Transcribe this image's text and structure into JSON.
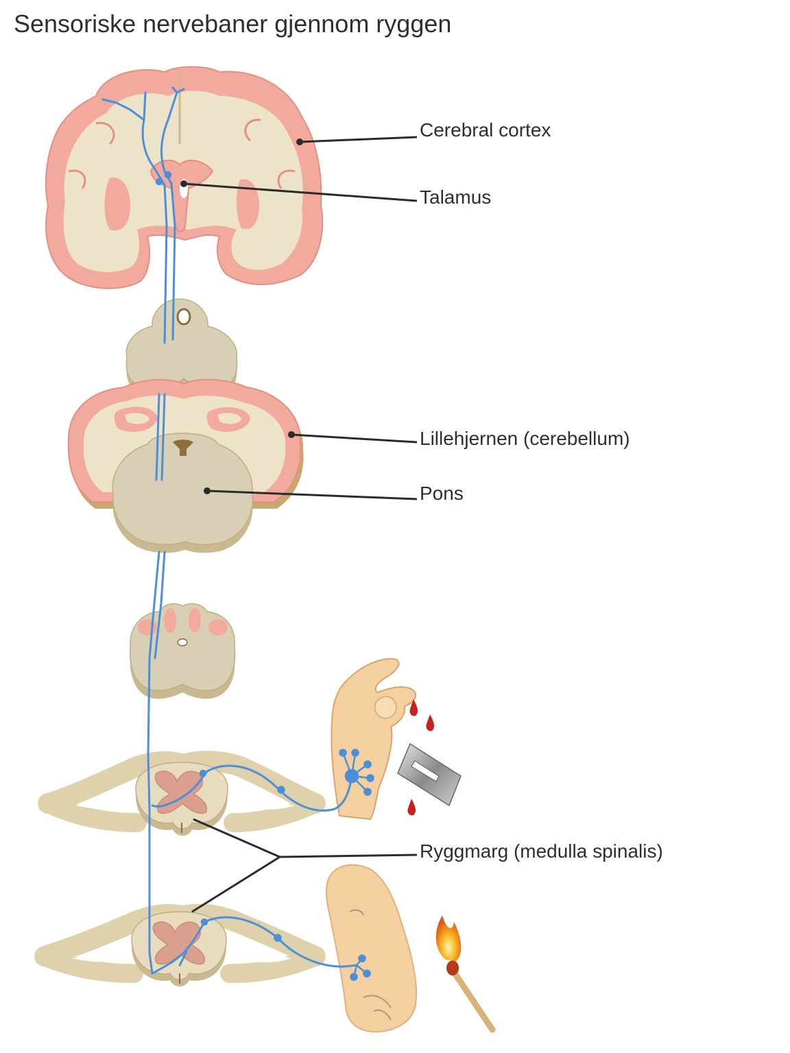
{
  "title": "Sensoriske nervebaner gjennom ryggen",
  "labels": {
    "cerebral_cortex": "Cerebral cortex",
    "talamus": "Talamus",
    "cerebellum": "Lillehjernen (cerebellum)",
    "pons": "Pons",
    "spinal_cord": "Ryggmarg (medulla spinalis)"
  },
  "colors": {
    "nerve": "#4a8fd8",
    "cortex": "#f2a99e",
    "white_matter": "#ede3c8",
    "brainstem": "#d8cfb4",
    "skin": "#f4cfa0",
    "blood": "#c8201c",
    "leader_line": "#2b2b2b"
  }
}
